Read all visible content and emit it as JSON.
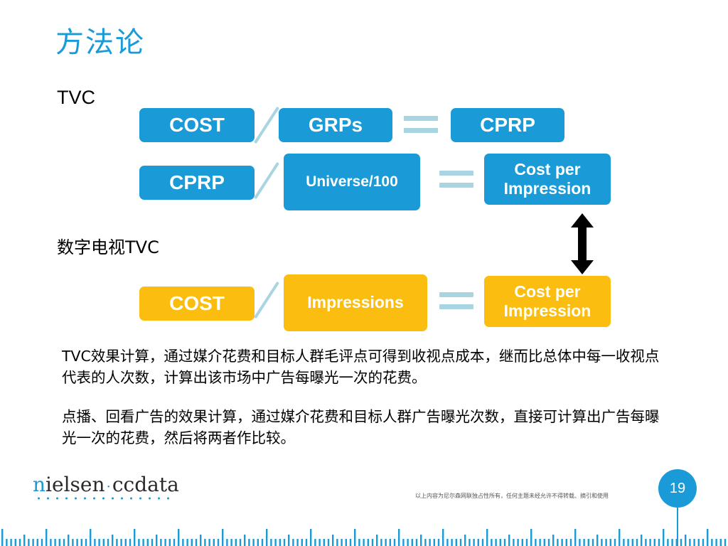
{
  "title": "方法论",
  "section_tvc": "TVC",
  "section_digital": "数字电视TVC",
  "tvc_row1": {
    "left": "COST",
    "middle": "GRPs",
    "right": "CPRP"
  },
  "tvc_row2": {
    "left": "CPRP",
    "middle": "Universe/100",
    "right": "Cost  per Impression"
  },
  "digital_row": {
    "left": "COST",
    "middle": "Impressions",
    "right": "Cost  per Impression"
  },
  "paragraphs": [
    "TVC效果计算，通过媒介花费和目标人群毛评点可得到收视点成本，继而比总体中每一收视点代表的人次数，计算出该市场中广告每曝光一次的花费。",
    "点播、回看广告的效果计算，通过媒介花费和目标人群广告曝光次数，直接可计算出广告每曝光一次的花费，然后将两者作比较。"
  ],
  "footer": {
    "logo_first_letter": "n",
    "logo_rest": "ielsen",
    "logo_separator": "·",
    "logo_second": "ccdata",
    "copyright": "以上内容为尼尔森网联独占性所有，任何主题未经允许不得转载、摘引和使用",
    "page_number": "19"
  },
  "colors": {
    "blue": "#1a9bd8",
    "gold": "#fbbd10",
    "operator": "#a9d4e2"
  },
  "icons": {
    "compare_arrow": "double-headed-vertical-arrow-icon"
  }
}
